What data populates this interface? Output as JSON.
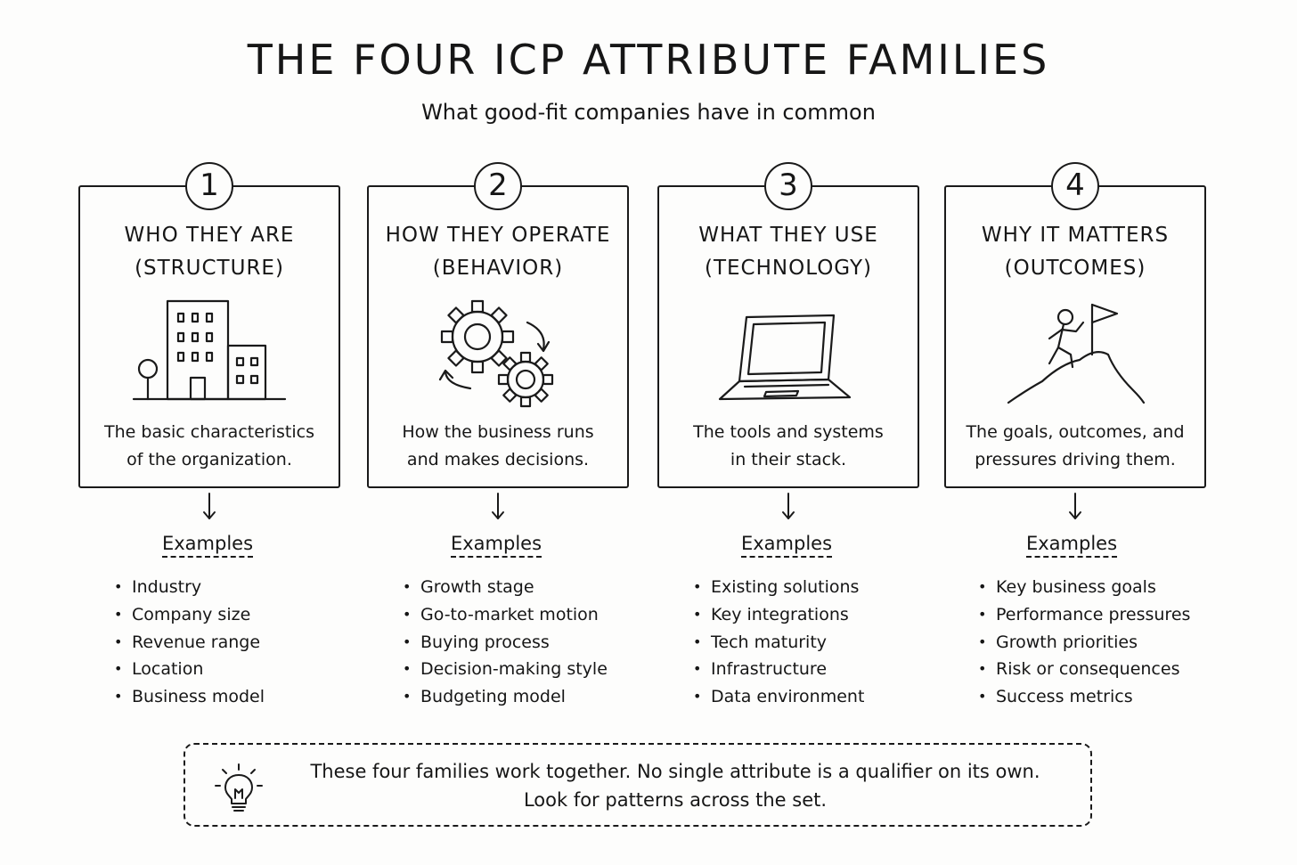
{
  "header": {
    "title": "THE FOUR ICP ATTRIBUTE FAMILIES",
    "subtitle": "What good-fit companies have in common"
  },
  "cards": [
    {
      "number": "1",
      "title_line1": "WHO THEY ARE",
      "title_line2": "(STRUCTURE)",
      "icon": "buildings-icon",
      "desc_line1": "The basic characteristics",
      "desc_line2": "of the organization.",
      "examples_label": "Examples",
      "examples": [
        "Industry",
        "Company size",
        "Revenue range",
        "Location",
        "Business model"
      ]
    },
    {
      "number": "2",
      "title_line1": "HOW THEY OPERATE",
      "title_line2": "(BEHAVIOR)",
      "icon": "gears-icon",
      "desc_line1": "How the business runs",
      "desc_line2": "and makes decisions.",
      "examples_label": "Examples",
      "examples": [
        "Growth stage",
        "Go-to-market motion",
        "Buying process",
        "Decision-making style",
        "Budgeting model"
      ]
    },
    {
      "number": "3",
      "title_line1": "WHAT THEY USE",
      "title_line2": "(TECHNOLOGY)",
      "icon": "laptop-icon",
      "desc_line1": "The tools and systems",
      "desc_line2": "in their stack.",
      "examples_label": "Examples",
      "examples": [
        "Existing solutions",
        "Key integrations",
        "Tech maturity",
        "Infrastructure",
        "Data environment"
      ]
    },
    {
      "number": "4",
      "title_line1": "WHY IT MATTERS",
      "title_line2": "(OUTCOMES)",
      "icon": "mountain-flag-icon",
      "desc_line1": "The goals, outcomes, and",
      "desc_line2": "pressures driving them.",
      "examples_label": "Examples",
      "examples": [
        "Key business goals",
        "Performance pressures",
        "Growth priorities",
        "Risk or consequences",
        "Success metrics"
      ]
    }
  ],
  "note": {
    "icon": "lightbulb-icon",
    "line1": "These four families work together. No single attribute is a qualifier on its own.",
    "line2": "Look for patterns across the set."
  }
}
